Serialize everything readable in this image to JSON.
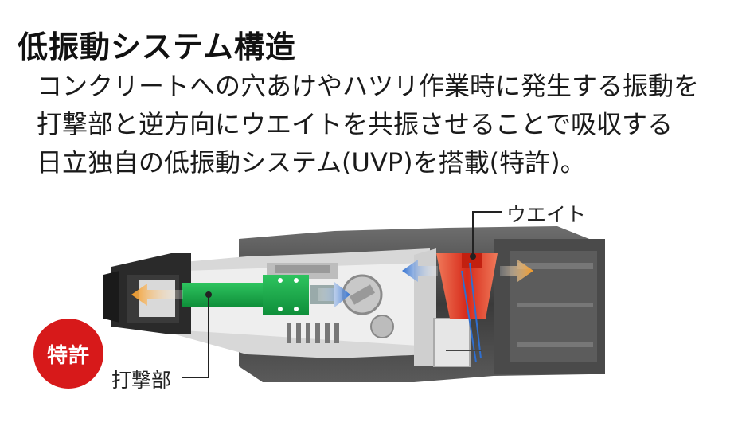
{
  "title": "低振動システム構造",
  "description": [
    "コンクリートへの穴あけやハツリ作業時に発生する振動を",
    "打撃部と逆方向にウエイトを共振させることで吸収する",
    "日立独自の低振動システム(UVP)を搭載(特許)。"
  ],
  "badge": "特許",
  "labels": {
    "weight": "ウエイト",
    "striker": "打撃部"
  },
  "colors": {
    "badge": "#d7191a",
    "striker": "#19b04a",
    "weight": "#e0442b",
    "arrow_left": "#f29a2e",
    "arrow_right_blue": "#2f6fd0"
  }
}
